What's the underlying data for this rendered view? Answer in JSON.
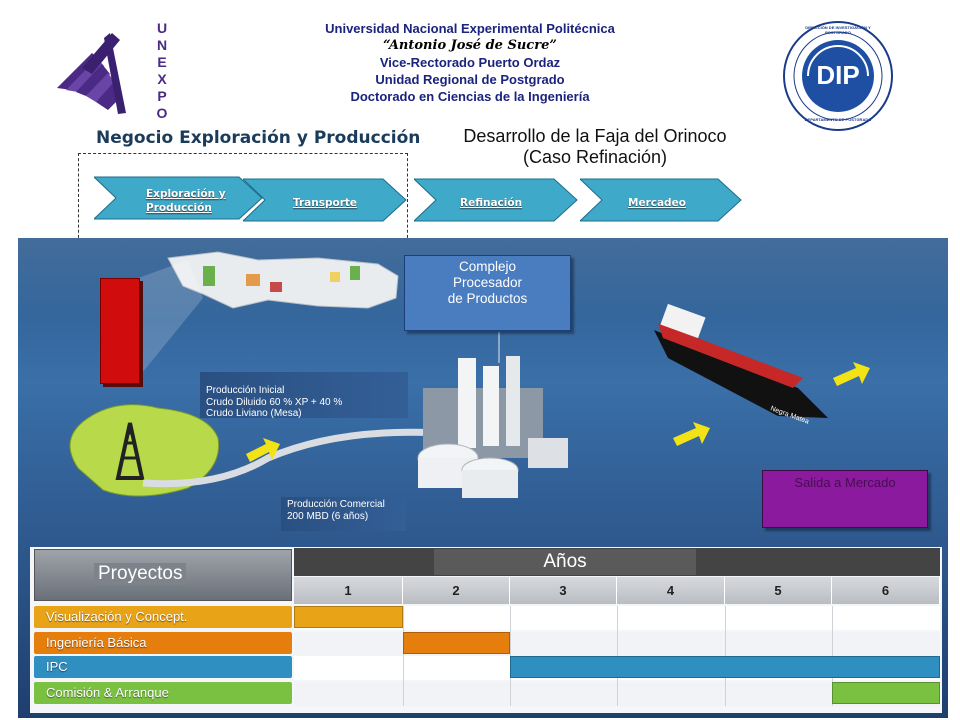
{
  "header": {
    "line1": "Universidad Nacional Experimental Politécnica",
    "line2": "“Antonio José de Sucre”",
    "line3": "Vice-Rectorado Puerto Ordaz",
    "line4": "Unidad Regional de Postgrado",
    "line5": "Doctorado en Ciencias de la Ingeniería",
    "logo_left_letters": [
      "U",
      "N",
      "E",
      "X",
      "P",
      "O"
    ],
    "logo_right_text": "DIP",
    "logo_right_ring_top": "DIRECCIÓN DE INVESTIGACIÓN Y POSTGRADO",
    "logo_right_ring_bottom": "DEPARTAMENTO DE POSTGRADO"
  },
  "negocio_title": "Negocio Exploración y Producción",
  "faja_title": {
    "line1": "Desarrollo de la Faja del Orinoco",
    "line2": "(Caso  Refinación)"
  },
  "value_chain": [
    {
      "label_line1": "Exploración y",
      "label_line2": "Producción"
    },
    {
      "label_line1": "Transporte",
      "label_line2": ""
    },
    {
      "label_line1": "Refinación",
      "label_line2": ""
    },
    {
      "label_line1": "Mercadeo",
      "label_line2": ""
    }
  ],
  "complejo": {
    "line1": "Complejo",
    "line2": "Procesador",
    "line3": "de Productos"
  },
  "produccion_inicial": {
    "line1": "Producción Inicial",
    "line2": "Crudo Diluido 60 % XP + 40 %",
    "line3": "Crudo Liviano (Mesa)"
  },
  "produccion_comercial": {
    "line1": "Producción Comercial",
    "line2": "200 MBD (6 años)"
  },
  "salida": "Salida a Mercado",
  "ship_name": "Negra Matea",
  "gantt": {
    "projects_header": "Proyectos",
    "years_header": "Años",
    "years": [
      "1",
      "2",
      "3",
      "4",
      "5",
      "6"
    ],
    "tasks": [
      {
        "name": "Visualización y Concept.",
        "color": "#e8a317",
        "start_year": 1,
        "end_year": 1
      },
      {
        "name": "Ingeniería Básica",
        "color": "#e67e0e",
        "start_year": 2,
        "end_year": 2
      },
      {
        "name": "IPC",
        "color": "#2e8fc0",
        "start_year": 3,
        "end_year": 6
      },
      {
        "name": "Comisión & Arranque",
        "color": "#7ac142",
        "start_year": 6,
        "end_year": 6
      }
    ]
  },
  "colors": {
    "panel_blue": "#3a6fa8",
    "header_navy": "#1a237e",
    "red_block": "#d10c0c",
    "salida_purple": "#8b1a9e",
    "chevron_teal": "#3fa9c9"
  }
}
